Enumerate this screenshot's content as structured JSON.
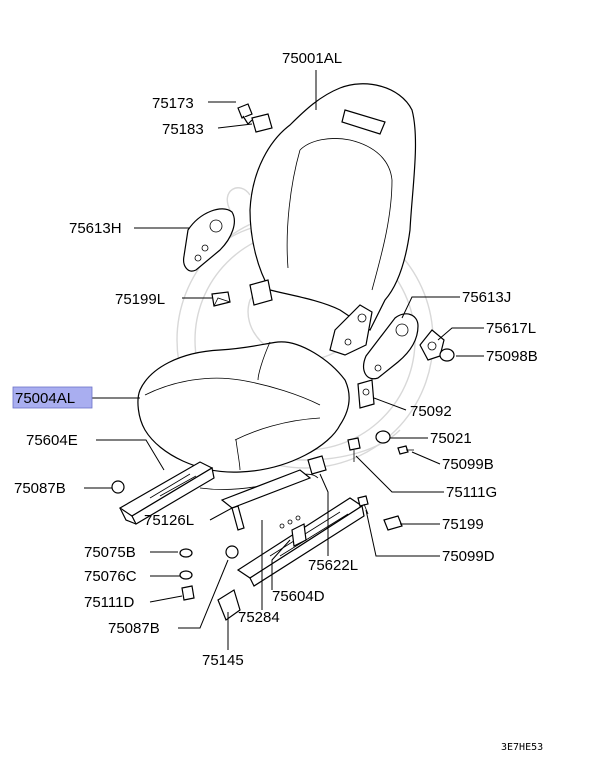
{
  "diagram": {
    "footer_code": "3E7HE53",
    "highlight_color": "#a9aef0",
    "callouts": [
      {
        "id": "p75001AL",
        "label": "75001AL",
        "highlighted": false
      },
      {
        "id": "p75173",
        "label": "75173",
        "highlighted": false
      },
      {
        "id": "p75183",
        "label": "75183",
        "highlighted": false
      },
      {
        "id": "p75613H",
        "label": "75613H",
        "highlighted": false
      },
      {
        "id": "p75199L",
        "label": "75199L",
        "highlighted": false
      },
      {
        "id": "p75613J",
        "label": "75613J",
        "highlighted": false
      },
      {
        "id": "p75617L",
        "label": "75617L",
        "highlighted": false
      },
      {
        "id": "p75098B",
        "label": "75098B",
        "highlighted": false
      },
      {
        "id": "p75004AL",
        "label": "75004AL",
        "highlighted": true
      },
      {
        "id": "p75092",
        "label": "75092",
        "highlighted": false
      },
      {
        "id": "p75604E",
        "label": "75604E",
        "highlighted": false
      },
      {
        "id": "p75021",
        "label": "75021",
        "highlighted": false
      },
      {
        "id": "p75099B",
        "label": "75099B",
        "highlighted": false
      },
      {
        "id": "p75087B_top",
        "label": "75087B",
        "highlighted": false
      },
      {
        "id": "p75111G",
        "label": "75111G",
        "highlighted": false
      },
      {
        "id": "p75126L",
        "label": "75126L",
        "highlighted": false
      },
      {
        "id": "p75199",
        "label": "75199",
        "highlighted": false
      },
      {
        "id": "p75075B",
        "label": "75075B",
        "highlighted": false
      },
      {
        "id": "p75622L",
        "label": "75622L",
        "highlighted": false
      },
      {
        "id": "p75099D",
        "label": "75099D",
        "highlighted": false
      },
      {
        "id": "p75076C",
        "label": "75076C",
        "highlighted": false
      },
      {
        "id": "p75604D",
        "label": "75604D",
        "highlighted": false
      },
      {
        "id": "p75111D",
        "label": "75111D",
        "highlighted": false
      },
      {
        "id": "p75284",
        "label": "75284",
        "highlighted": false
      },
      {
        "id": "p75087B_bottom",
        "label": "75087B",
        "highlighted": false
      },
      {
        "id": "p75145",
        "label": "75145",
        "highlighted": false
      }
    ]
  }
}
